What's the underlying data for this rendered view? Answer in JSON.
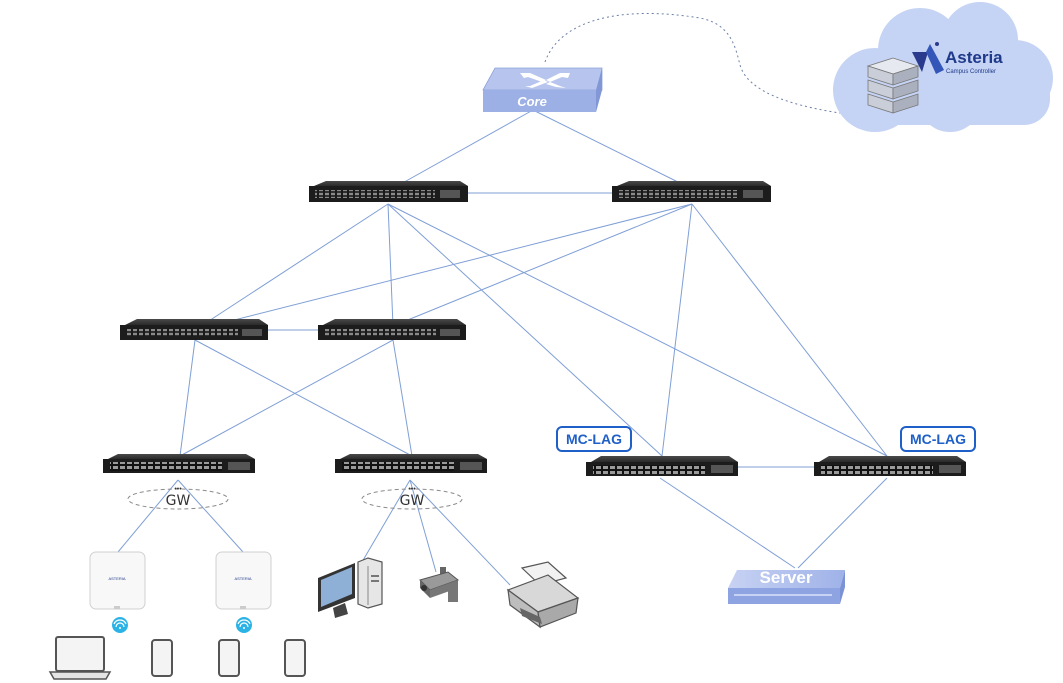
{
  "core": {
    "label": "Core"
  },
  "cloud": {
    "brand": "Asteria",
    "subtitle": "Campus Controller"
  },
  "mclag_left": {
    "label": "MC-LAG"
  },
  "mclag_right": {
    "label": "MC-LAG"
  },
  "gw_left": {
    "label": "GW",
    "dots": "•••"
  },
  "gw_right": {
    "label": "GW",
    "dots": "•••"
  },
  "server": {
    "label": "Server"
  },
  "access_points": [
    {
      "brand": "ASTERIA"
    },
    {
      "brand": "ASTERIA"
    }
  ],
  "colors": {
    "link": "#7f9fd6",
    "accent": "#1f5fc8",
    "cloud": "#c5d3f4",
    "device": "#b7c5ee"
  }
}
